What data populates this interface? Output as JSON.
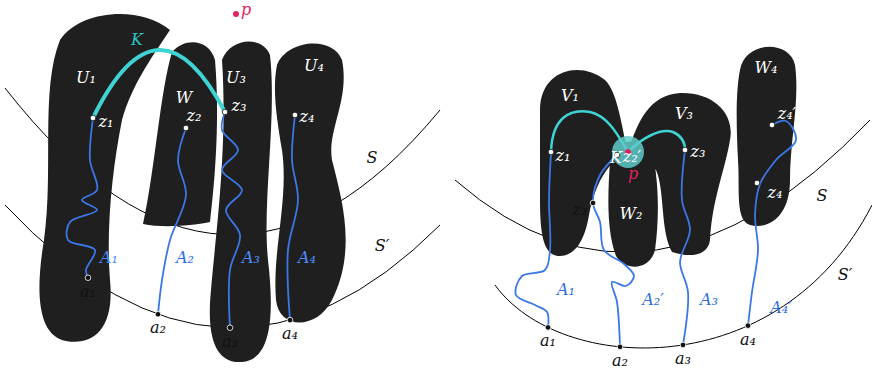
{
  "diagram": {
    "labels": [
      "p",
      "K",
      "U₁",
      "W",
      "U₃",
      "U₄",
      "z₁",
      "z₂",
      "z₃",
      "z₄",
      "S",
      "A₁",
      "A₂",
      "A₃",
      "A₄",
      "S′",
      "a₁",
      "a₂",
      "a₃",
      "a₄",
      "V₁",
      "K",
      "p",
      "V₃",
      "W₄",
      "z₁",
      "z₂′",
      "z₃",
      "z₂",
      "W₂",
      "z₄′",
      "z₄",
      "S",
      "S′",
      "A₁",
      "A₂′",
      "A₃",
      "A₄′",
      "a₁",
      "a₂",
      "a₃",
      "a₄"
    ]
  }
}
